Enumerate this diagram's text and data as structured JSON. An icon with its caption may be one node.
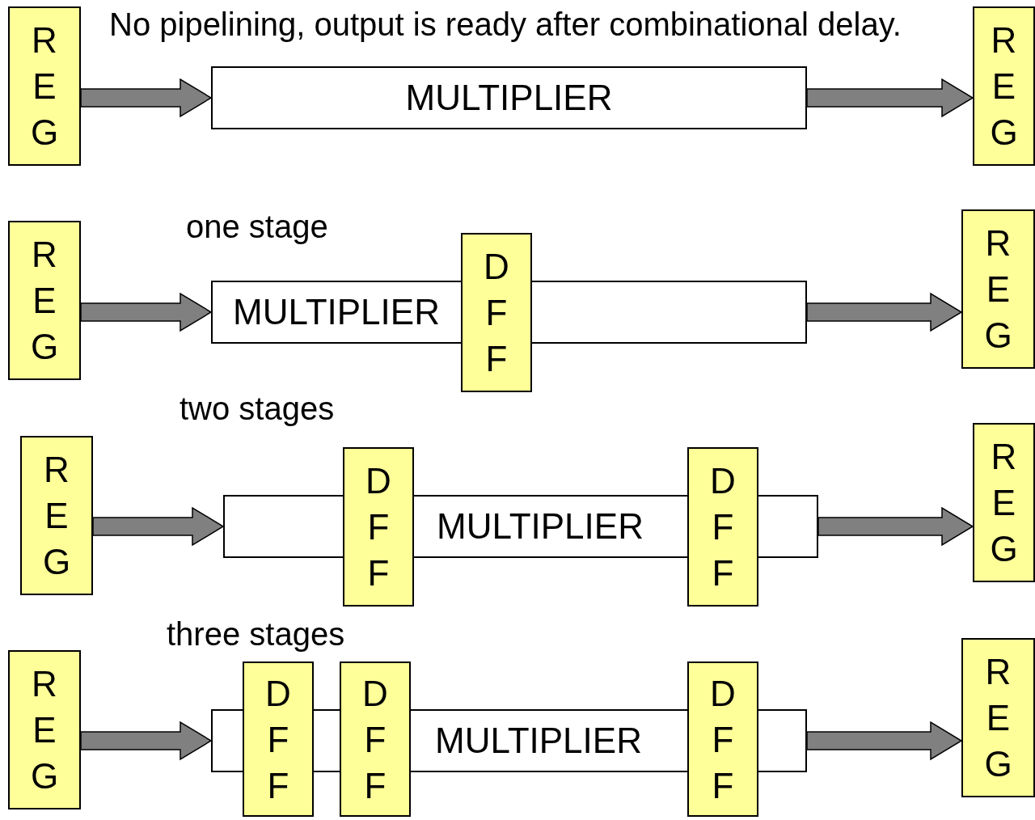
{
  "diagram": {
    "nodes": [
      {
        "text": [
          "R E G"
        ]
      },
      {
        "text": [
          "MULTIPLIER"
        ]
      },
      {
        "text": [
          "R E G"
        ]
      },
      {
        "text": [
          "R E G"
        ]
      },
      {
        "text": [
          "MULTIPLIER"
        ]
      },
      {
        "text": [
          "D F F"
        ]
      },
      {
        "text": [
          "R E G"
        ]
      },
      {
        "text": [
          "R E G"
        ]
      },
      {
        "text": [
          "MULTIPLIER"
        ]
      },
      {
        "text": [
          "D F F"
        ]
      },
      {
        "text": [
          "D F F"
        ]
      },
      {
        "text": [
          "R E G"
        ]
      },
      {
        "text": [
          "R E G"
        ]
      },
      {
        "text": [
          "MULTIPLIER"
        ]
      },
      {
        "text": [
          "D F F"
        ]
      },
      {
        "text": [
          "D F F"
        ]
      },
      {
        "text": [
          "D F F"
        ]
      },
      {
        "text": [
          "R E G"
        ]
      }
    ],
    "edges": [
      {
        "from": 0,
        "to": 1,
        "arrow": "to"
      },
      {
        "from": 1,
        "to": 2,
        "arrow": "to"
      },
      {
        "from": 3,
        "to": 4,
        "arrow": "to"
      },
      {
        "from": 4,
        "to": 6,
        "arrow": "to"
      },
      {
        "from": 7,
        "to": 8,
        "arrow": "to"
      },
      {
        "from": 8,
        "to": 11,
        "arrow": "to"
      },
      {
        "from": 12,
        "to": 13,
        "arrow": "to"
      },
      {
        "from": 13,
        "to": 17,
        "arrow": "to"
      }
    ],
    "labels": [
      "No pipelining, output is ready after combinational delay.",
      "one stage",
      "two stages",
      "three stages"
    ]
  }
}
